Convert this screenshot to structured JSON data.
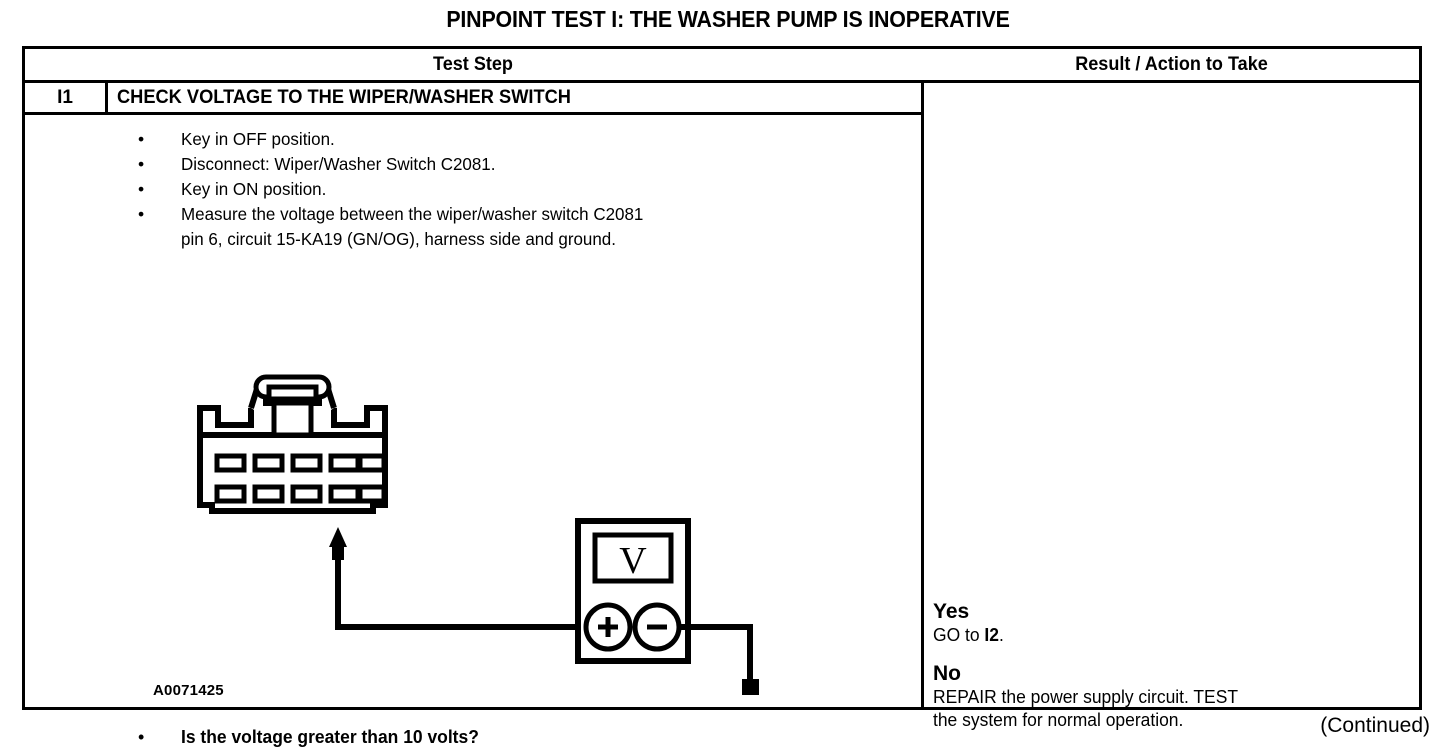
{
  "page": {
    "title": "PINPOINT TEST I: THE WASHER PUMP IS INOPERATIVE",
    "continued_label": "(Continued)"
  },
  "table": {
    "headers": {
      "test_step": "Test Step",
      "result_action": "Result / Action to Take"
    },
    "step": {
      "id": "I1",
      "title": "CHECK VOLTAGE TO THE WIPER/WASHER SWITCH",
      "bullet_marker": "•",
      "bullets": [
        {
          "text": "Key in OFF position.",
          "continuation": ""
        },
        {
          "text": "Disconnect: Wiper/Washer Switch C2081.",
          "continuation": ""
        },
        {
          "text": "Key in ON position.",
          "continuation": ""
        },
        {
          "text": "Measure the voltage between the wiper/washer switch C2081",
          "continuation": "pin 6, circuit 15-KA19 (GN/OG), harness side and ground."
        }
      ],
      "figure_code": "A0071425",
      "question": "Is the voltage greater than 10 volts?"
    },
    "results": [
      {
        "label": "Yes",
        "text_before": "GO to ",
        "text_bold": "I2",
        "text_after": ".",
        "line2": ""
      },
      {
        "label": "No",
        "text_before": "REPAIR the power supply circuit. TEST",
        "text_bold": "",
        "text_after": "",
        "line2": "the system for normal operation."
      }
    ]
  },
  "diagram": {
    "connector": {
      "name": "wiper-washer-switch-connector",
      "pin_rows": 2,
      "pin_columns": 5
    },
    "meter": {
      "name": "voltmeter",
      "display_symbol": "V",
      "positive_terminal": "+",
      "negative_terminal": "−"
    },
    "ground": {
      "name": "chassis-ground",
      "bars": 3
    },
    "stroke_color": "#000000",
    "background_color": "#ffffff"
  }
}
